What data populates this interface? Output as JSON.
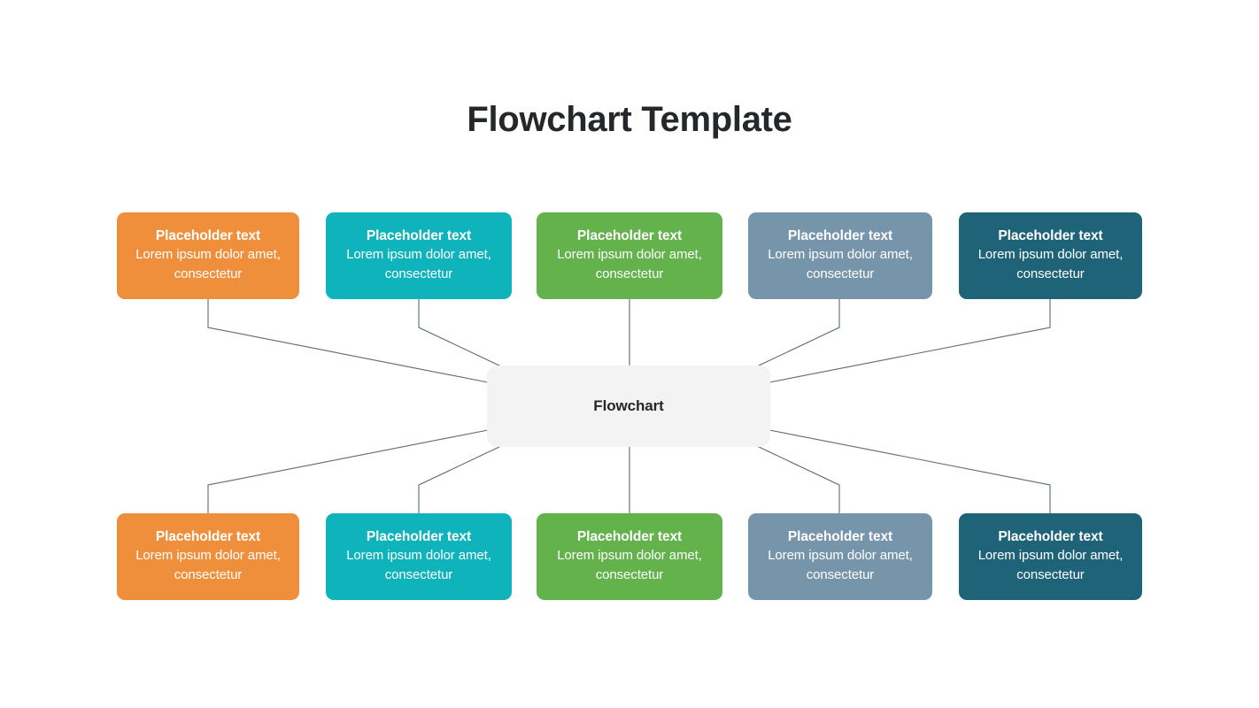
{
  "title": "Flowchart Template",
  "center": {
    "label": "Flowchart",
    "background": "#F2F3F2",
    "text_color": "#25282B"
  },
  "connector_color": "#5A6878",
  "palette": {
    "orange": "#EF8F3C",
    "cyan": "#0FB3BC",
    "green": "#63B24C",
    "slate": "#7795AA",
    "teal_dark": "#1F6379"
  },
  "nodes": {
    "top": [
      {
        "title": "Placeholder text",
        "body": "Lorem ipsum dolor amet, consectetur",
        "color": "#EF8F3C"
      },
      {
        "title": "Placeholder text",
        "body": "Lorem ipsum dolor amet, consectetur",
        "color": "#0FB3BC"
      },
      {
        "title": "Placeholder text",
        "body": "Lorem ipsum dolor amet, consectetur",
        "color": "#63B24C"
      },
      {
        "title": "Placeholder text",
        "body": "Lorem ipsum dolor amet, consectetur",
        "color": "#7795AA"
      },
      {
        "title": "Placeholder text",
        "body": "Lorem ipsum dolor amet, consectetur",
        "color": "#1F6379"
      }
    ],
    "bottom": [
      {
        "title": "Placeholder text",
        "body": "Lorem ipsum dolor amet, consectetur",
        "color": "#EF8F3C"
      },
      {
        "title": "Placeholder text",
        "body": "Lorem ipsum dolor amet, consectetur",
        "color": "#0FB3BC"
      },
      {
        "title": "Placeholder text",
        "body": "Lorem ipsum dolor amet, consectetur",
        "color": "#63B24C"
      },
      {
        "title": "Placeholder text",
        "body": "Lorem ipsum dolor amet, consectetur",
        "color": "#7795AA"
      },
      {
        "title": "Placeholder text",
        "body": "Lorem ipsum dolor amet, consectetur",
        "color": "#1F6379"
      }
    ]
  }
}
